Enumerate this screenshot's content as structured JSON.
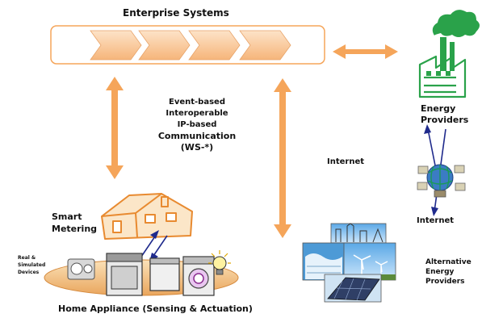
{
  "enterprise": {
    "title": "Enterprise Systems",
    "chevron_count": 4
  },
  "communication": {
    "line1": "Event-based",
    "line2": "Interoperable",
    "line3": "IP-based",
    "line4": "Communication",
    "line5": "(WS-*)"
  },
  "internet": {
    "center_label": "Internet",
    "right_label": "Internet"
  },
  "energy_providers": {
    "line1": "Energy",
    "line2": "Providers"
  },
  "alternative": {
    "line1": "Alternative",
    "line2": "Energy",
    "line3": "Providers"
  },
  "smart_metering": {
    "line1": "Smart",
    "line2": "Metering"
  },
  "devices": {
    "line1": "Real &",
    "line2": "Simulated",
    "line3": "Devices"
  },
  "home_appliance": {
    "label": "Home Appliance (Sensing & Actuation)"
  },
  "colors": {
    "orange": "#f5a55a",
    "green": "#2aa24a",
    "blue": "#1f2a8c"
  }
}
